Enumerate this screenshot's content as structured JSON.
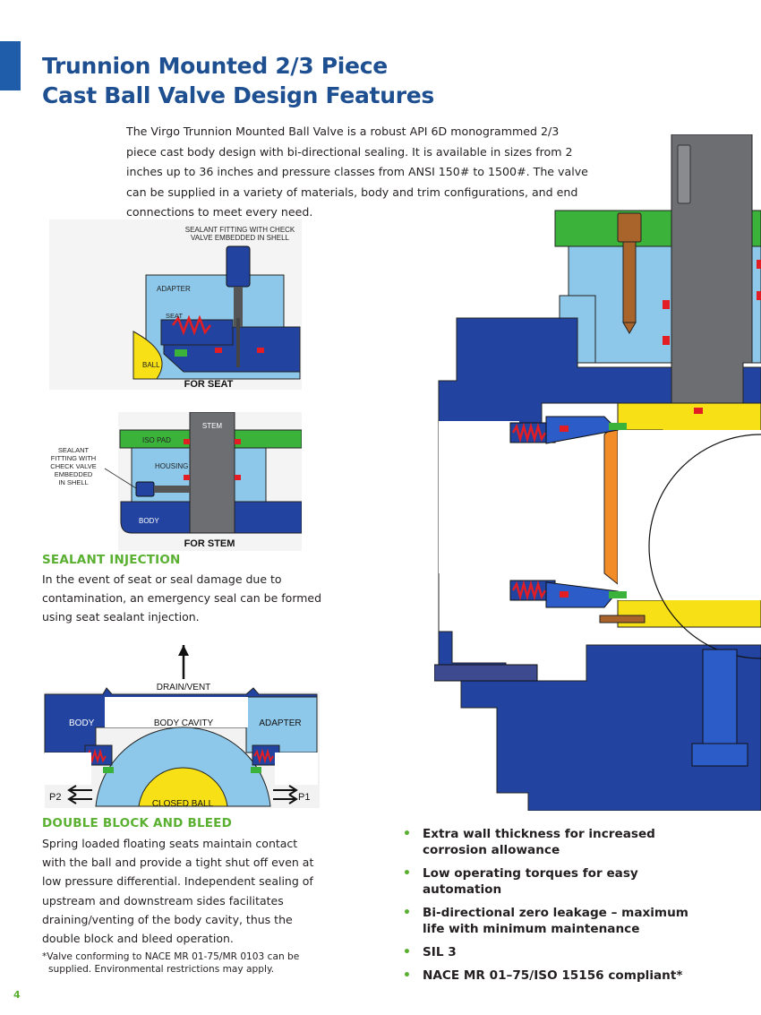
{
  "title": {
    "line1": "Trunnion Mounted 2/3 Piece",
    "line2": "Cast Ball Valve Design Features"
  },
  "intro": "The Virgo Trunnion Mounted Ball Valve is a robust API 6D monogrammed 2/3 piece cast body design with bi-directional sealing. It is available in sizes from 2 inches up to 36 inches and pressure classes from ANSI 150# to 1500#. The valve can be supplied in a variety of materials, body and trim configurations, and end connections to meet every need.",
  "diagram_seat": {
    "label_fitting_1": "SEALANT FITTING WITH CHECK",
    "label_fitting_2": "VALVE EMBEDDED IN SHELL",
    "label_adapter": "ADAPTER",
    "label_seat": "SEAT",
    "label_ball": "BALL",
    "caption": "FOR SEAT"
  },
  "diagram_stem": {
    "label_stem": "STEM",
    "label_iso_pad": "ISO PAD",
    "label_housing": "HOUSING",
    "label_body": "BODY",
    "side_label_1": "SEALANT",
    "side_label_2": "FITTING WITH",
    "side_label_3": "CHECK VALVE",
    "side_label_4": "EMBEDDED",
    "side_label_5": "IN SHELL",
    "caption": "FOR STEM"
  },
  "sealant": {
    "heading": "SEALANT INJECTION",
    "text": "In the event of seat or seal damage due to contamination, an emergency seal can be formed using seat sealant injection."
  },
  "diagram_dbb": {
    "label_drain": "DRAIN/VENT",
    "label_body": "BODY",
    "label_cavity": "BODY CAVITY",
    "label_adapter": "ADAPTER",
    "label_p2": "P2",
    "label_p1": "P1",
    "label_ball": "CLOSED BALL"
  },
  "dbb": {
    "heading": "DOUBLE BLOCK AND BLEED",
    "text": "Spring loaded floating seats maintain contact with the ball and provide a tight shut off even at low pressure differential. Independent sealing of upstream and downstream sides facilitates draining/venting of the body cavity, thus the double block and bleed operation."
  },
  "footnote": {
    "line1": "*Valve conforming  to NACE MR 01-75/MR 0103 can be",
    "line2": "supplied. Environmental  restrictions may apply."
  },
  "bullets": [
    {
      "text": "Extra wall thickness for increased corrosion allowance"
    },
    {
      "text": "Low operating torques for easy automation"
    },
    {
      "text": "Bi-directional zero leakage – maximum life with minimum maintenance"
    },
    {
      "text": "SIL 3"
    },
    {
      "text": "NACE MR 01–75/ISO 15156 compliant*"
    }
  ],
  "bullet_glyph": "•",
  "page_number": "4",
  "colors": {
    "brand_blue": "#1d4f91",
    "accent_green": "#5ab031",
    "valve_body_blue": "#2243a0",
    "light_blue": "#8dc8ea",
    "iso_pad_green": "#3bb33b",
    "ball_yellow": "#f7e116",
    "stem_gray": "#6d6e71",
    "seal_red": "#e21d24"
  }
}
